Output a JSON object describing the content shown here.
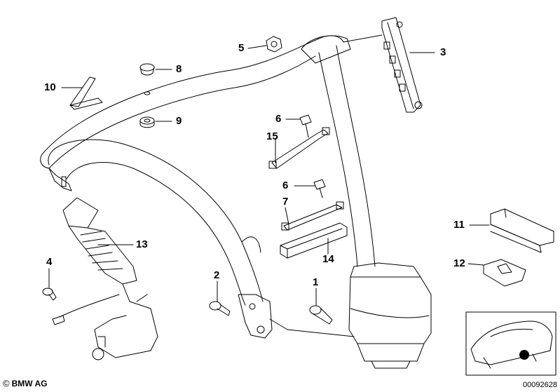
{
  "callouts": {
    "c1": "1",
    "c2": "2",
    "c3": "3",
    "c4": "4",
    "c5": "5",
    "c6a": "6",
    "c6b": "6",
    "c7": "7",
    "c8": "8",
    "c9": "9",
    "c10": "10",
    "c11": "11",
    "c12": "12",
    "c13": "13",
    "c14": "14",
    "c15": "15"
  },
  "footer": {
    "copyright_symbol": "©",
    "brand": "BMW AG",
    "document_number": "00092628"
  },
  "colors": {
    "line": "#000000",
    "background": "#ffffff",
    "marker": "#000000"
  }
}
